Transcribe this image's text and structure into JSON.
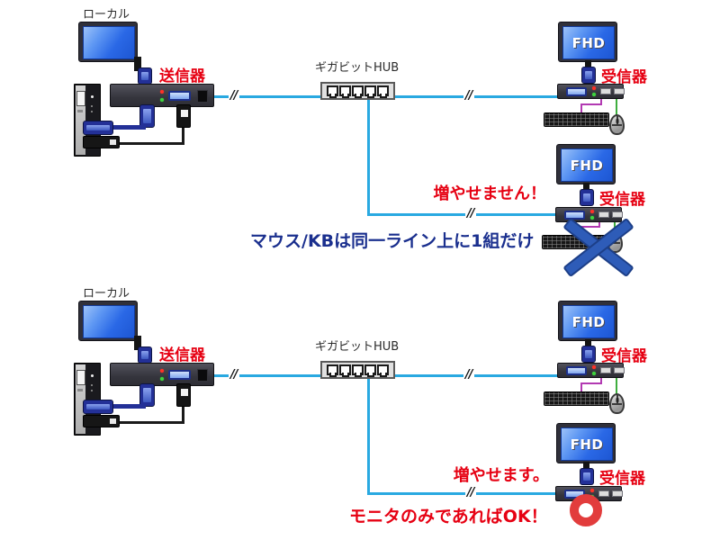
{
  "colors": {
    "cable_line": "#29A9E1",
    "label_red": "#E60012",
    "annotation_navy": "#1A2F8E",
    "screen_blue": "#2A68E6",
    "prohibition_blue": "#2E5CB8",
    "ok_circle_red": "#E23C3C"
  },
  "symbols": {
    "cable_break": "//"
  },
  "diagrams": [
    {
      "local_label": "ローカル",
      "transmitter_label": "送信器",
      "hub_label": "ギガビットHUB",
      "receiver1_screen": "FHD",
      "receiver1_label": "受信器",
      "receiver2_screen": "FHD",
      "receiver2_label": "受信器",
      "warning": "増やせません！",
      "rule": "マウス/KBは同一ライン上に1組だけ"
    },
    {
      "local_label": "ローカル",
      "transmitter_label": "送信器",
      "hub_label": "ギガビットHUB",
      "receiver1_screen": "FHD",
      "receiver1_label": "受信器",
      "receiver2_screen": "FHD",
      "receiver2_label": "受信器",
      "ok": "増やせます。",
      "rule": "モニタのみであればOK！"
    }
  ]
}
